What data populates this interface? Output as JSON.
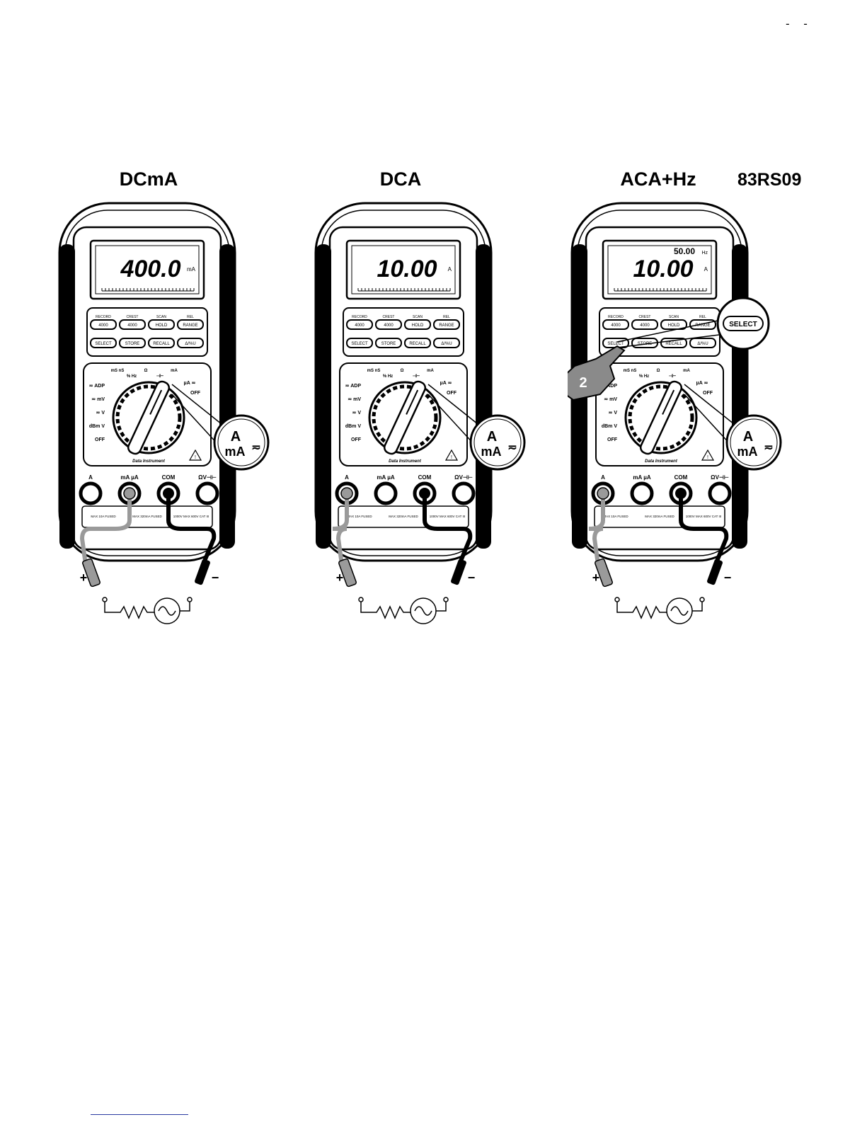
{
  "header": {
    "page_mark": "- -",
    "figure_id": "83RS09"
  },
  "meters": [
    {
      "title": "DCmA",
      "reading": "400.0",
      "unit": "mA",
      "sub_reading": "",
      "sub_unit": "",
      "input_jack": "mA µA",
      "selected_function": "mA",
      "annotation": "",
      "tap_button": ""
    },
    {
      "title": "DCA",
      "reading": "10.00",
      "unit": "A",
      "sub_reading": "",
      "sub_unit": "",
      "input_jack": "A",
      "selected_function": "A",
      "annotation": "",
      "tap_button": ""
    },
    {
      "title": "ACA+Hz",
      "reading": "10.00",
      "unit": "A",
      "sub_reading": "50.00",
      "sub_unit": "Hz",
      "input_jack": "A",
      "selected_function": "A",
      "annotation": "2",
      "tap_button": "SELECT"
    }
  ],
  "meter_labels": {
    "buttons_row1": [
      "4000",
      "4000",
      "HOLD",
      "RANGE"
    ],
    "buttons_row2": [
      "SELECT",
      "STORE",
      "RECALL",
      "Δ/%U"
    ],
    "buttons_top": [
      "RECORD",
      "CREST",
      "SCAN",
      "REL"
    ],
    "dial_left": [
      "≂ ADP",
      "≂ mV",
      "≂ V",
      "dBm V",
      "OFF"
    ],
    "dial_top": [
      "mS nS",
      "% Hz",
      "Ω",
      "⊣⊢",
      "mA"
    ],
    "dial_right": [
      "µA ≂",
      "OFF"
    ],
    "brand": "Data Instrument",
    "jacks": [
      "A",
      "mA µA",
      "COM",
      "ΩV⊣⊢"
    ],
    "fuse_labels": [
      "MAX 10A FUSED",
      "MAX 320mA FUSED",
      "1000V MAX 600V CAT III"
    ],
    "magnifier": {
      "top": "A",
      "bottom": "mA",
      "symbol": "≂"
    },
    "probe_plus": "+",
    "probe_minus": "−"
  },
  "colors": {
    "ink": "#000000",
    "probe_red_grey": "#9a9a9a",
    "background": "#ffffff"
  }
}
